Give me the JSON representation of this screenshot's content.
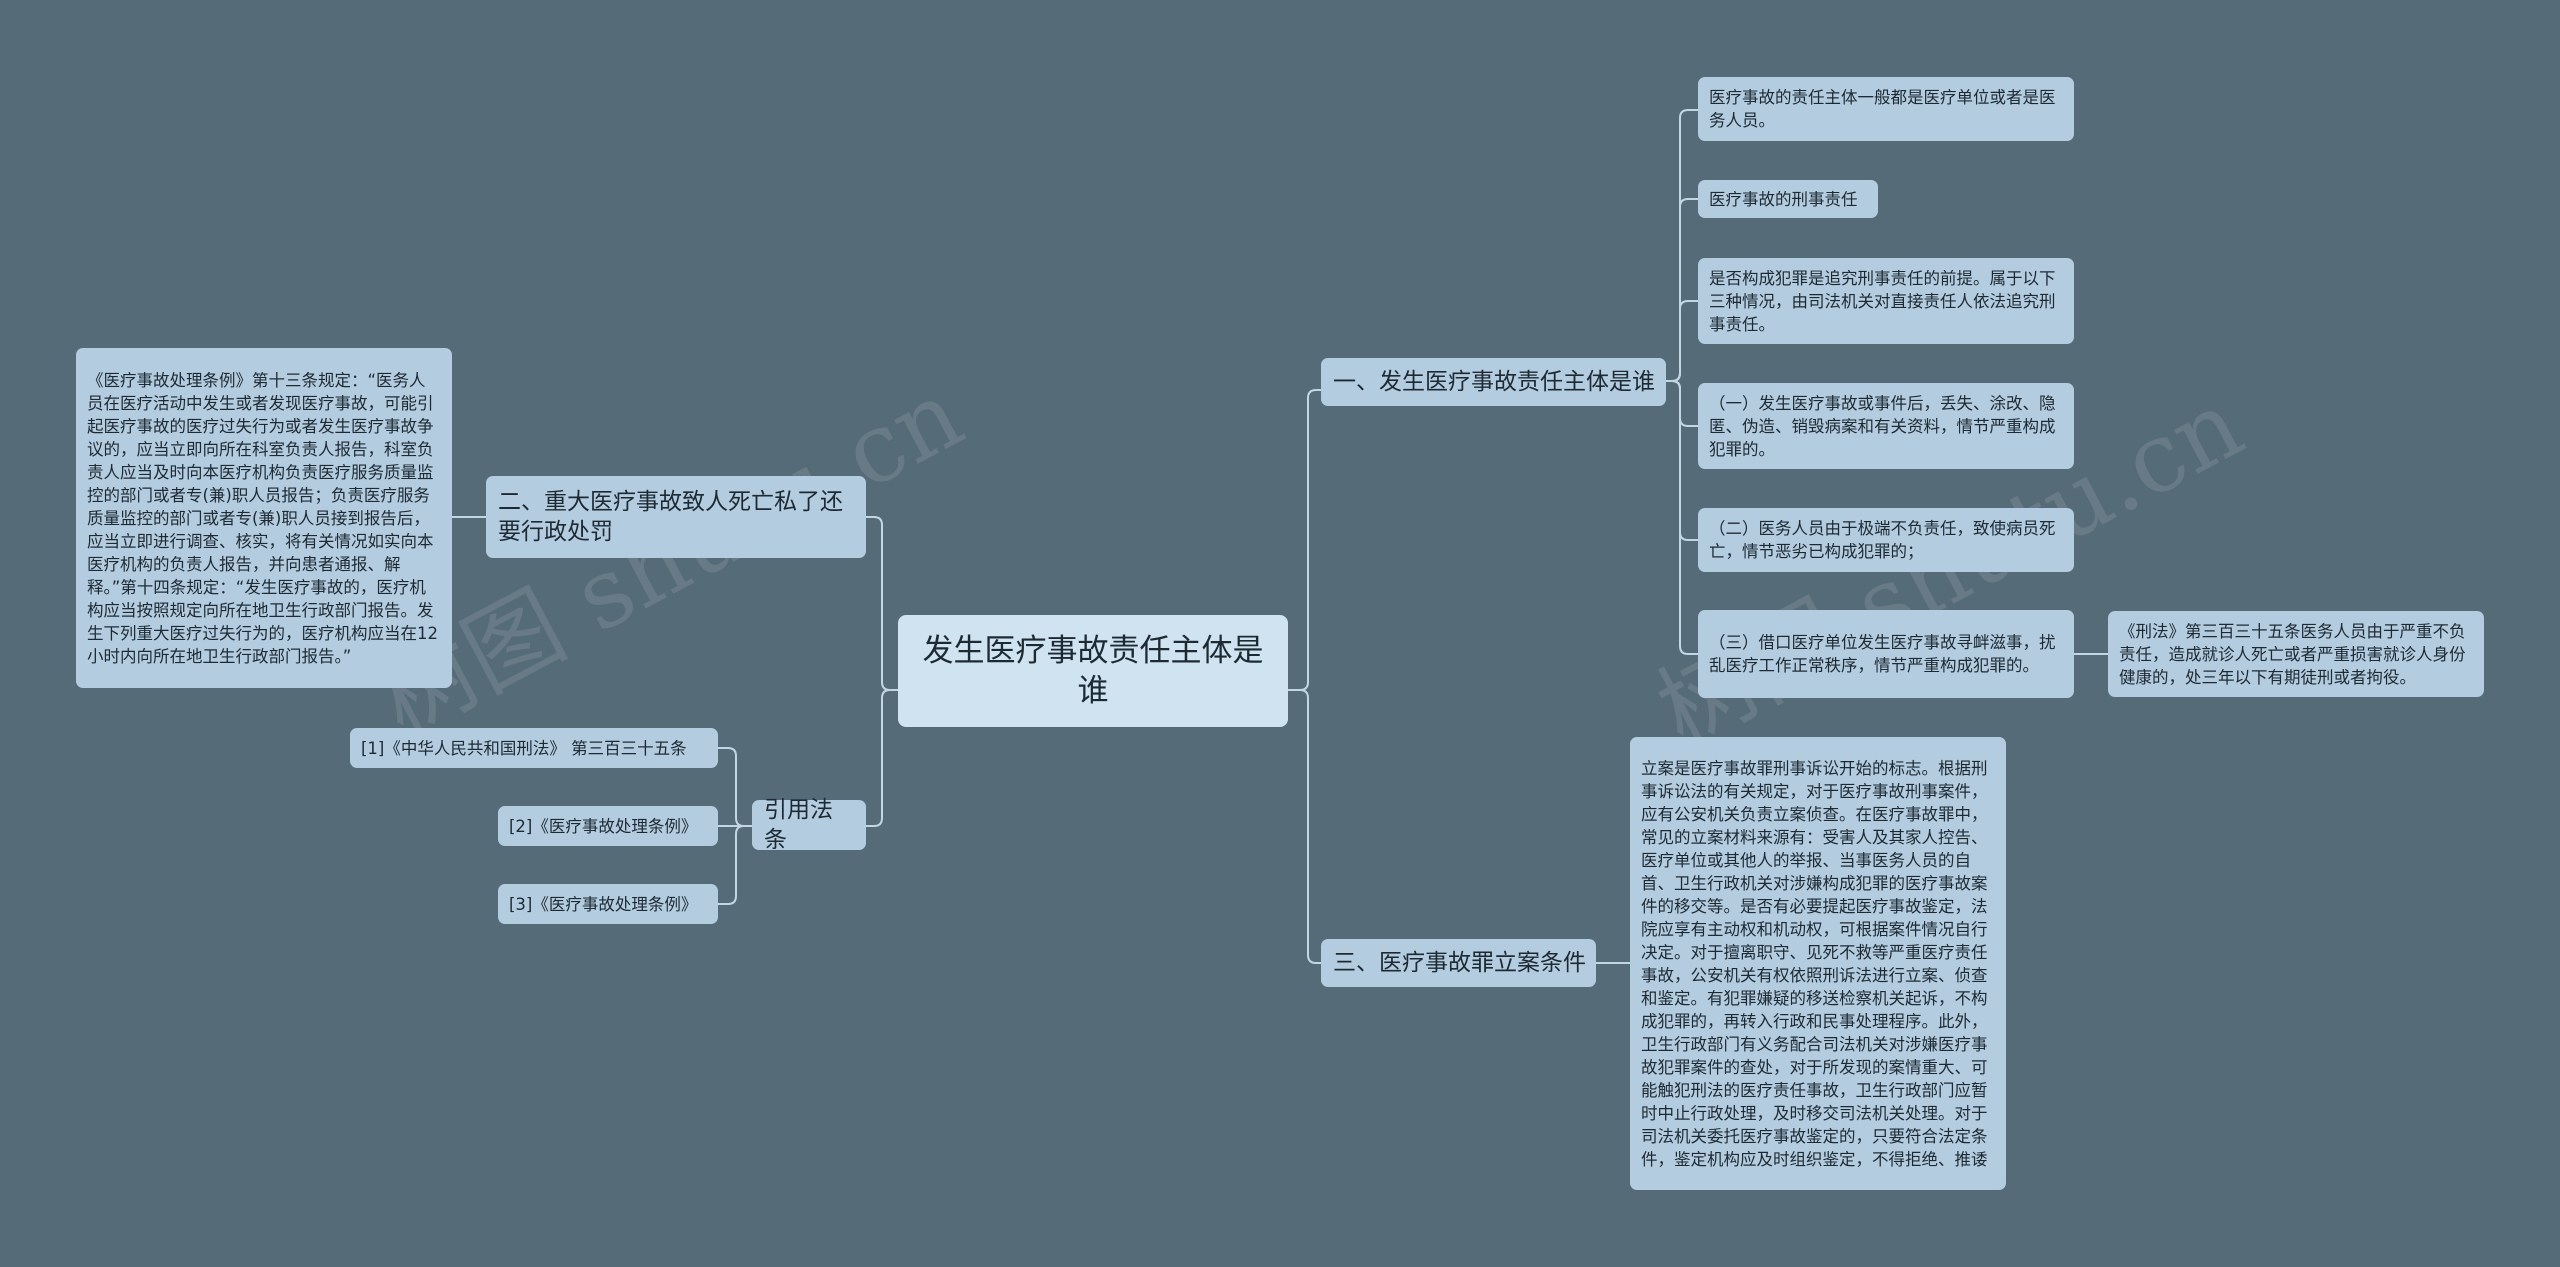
{
  "root": {
    "text": "发生医疗事故责任主体是谁"
  },
  "branches": {
    "b1": {
      "label": "一、发生医疗事故责任主体是谁"
    },
    "b2": {
      "label": "二、重大医疗事故致人死亡私了还要行政处罚"
    },
    "b3": {
      "label": "三、医疗事故罪立案条件"
    },
    "b4": {
      "label": "引用法条"
    }
  },
  "leaves": {
    "b1_1": "医疗事故的责任主体一般都是医疗单位或者是医务人员。",
    "b1_2": "医疗事故的刑事责任",
    "b1_3": "是否构成犯罪是追究刑事责任的前提。属于以下三种情况，由司法机关对直接责任人依法追究刑事责任。",
    "b1_4": "（一）发生医疗事故或事件后，丢失、涂改、隐匿、伪造、销毁病案和有关资料，情节严重构成犯罪的。",
    "b1_5": "（二）医务人员由于极端不负责任，致使病员死亡，情节恶劣已构成犯罪的；",
    "b1_6": "（三）借口医疗单位发生医疗事故寻衅滋事，扰乱医疗工作正常秩序，情节严重构成犯罪的。",
    "b1_6_1": "《刑法》第三百三十五条医务人员由于严重不负责任，造成就诊人死亡或者严重损害就诊人身份健康的，处三年以下有期徒刑或者拘役。",
    "b2_1": "《医疗事故处理条例》第十三条规定：“医务人员在医疗活动中发生或者发现医疗事故，可能引起医疗事故的医疗过失行为或者发生医疗事故争议的，应当立即向所在科室负责人报告，科室负责人应当及时向本医疗机构负责医疗服务质量监控的部门或者专(兼)职人员报告；负责医疗服务质量监控的部门或者专(兼)职人员接到报告后，应当立即进行调查、核实，将有关情况如实向本医疗机构的负责人报告，并向患者通报、解释。”第十四条规定：“发生医疗事故的，医疗机构应当按照规定向所在地卫生行政部门报告。发生下列重大医疗过失行为的，医疗机构应当在12小时内向所在地卫生行政部门报告。”",
    "b3_1": "立案是医疗事故罪刑事诉讼开始的标志。根据刑事诉讼法的有关规定，对于医疗事故刑事案件，应有公安机关负责立案侦查。在医疗事故罪中，常见的立案材料来源有：受害人及其家人控告、医疗单位或其他人的举报、当事医务人员的自首、卫生行政机关对涉嫌构成犯罪的医疗事故案件的移交等。是否有必要提起医疗事故鉴定，法院应享有主动权和机动权，可根据案件情况自行决定。对于擅离职守、见死不救等严重医疗责任事故，公安机关有权依照刑诉法进行立案、侦查和鉴定。有犯罪嫌疑的移送检察机关起诉，不构成犯罪的，再转入行政和民事处理程序。此外，卫生行政部门有义务配合司法机关对涉嫌医疗事故犯罪案件的查处，对于所发现的案情重大、可能触犯刑法的医疗责任事故，卫生行政部门应暂时中止行政处理，及时移交司法机关处理。对于司法机关委托医疗事故鉴定的，只要符合法定条件，鉴定机构应及时组织鉴定，不得拒绝、推诿",
    "b4_1": "[1]《中华人民共和国刑法》 第三百三十五条",
    "b4_2": "[2]《医疗事故处理条例》",
    "b4_3": "[3]《医疗事故处理条例》"
  },
  "watermarks": [
    "树图 shutu.cn",
    "树图 shutu.cn"
  ],
  "colors": {
    "background": "#566b78",
    "root_fill": "#cfe3f0",
    "node_fill": "#b3cce0",
    "line": "#c3d6e4",
    "text": "#1e2a33"
  }
}
